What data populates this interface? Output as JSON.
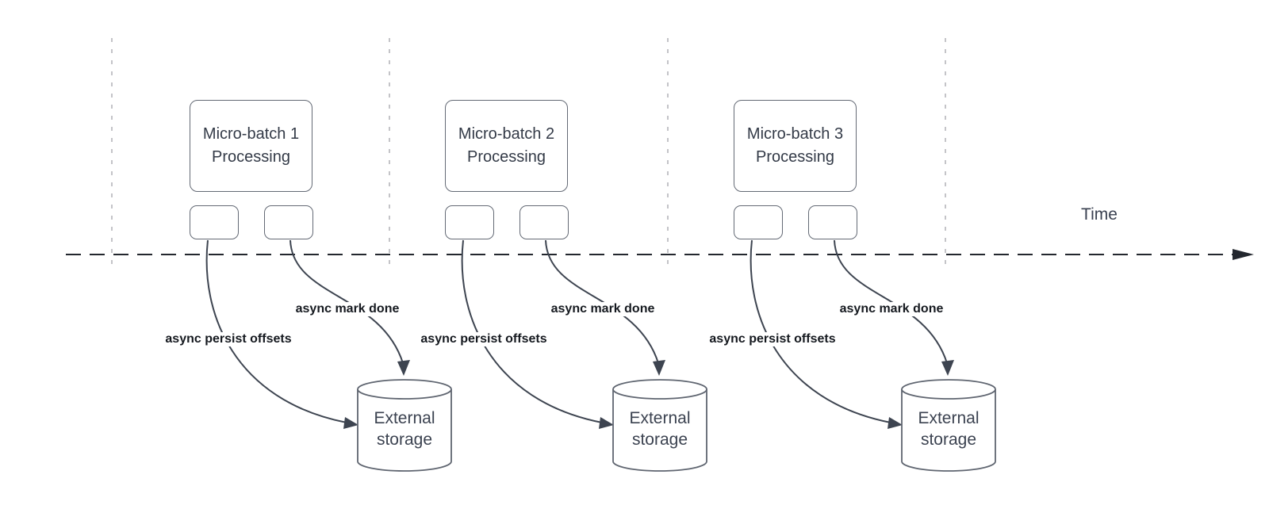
{
  "axis": {
    "label": "Time"
  },
  "groups": [
    {
      "title_line1": "Micro-batch 1",
      "title_line2": "Processing",
      "persist_label": "async persist offsets",
      "mark_label": "async mark done",
      "storage_line1": "External",
      "storage_line2": "storage"
    },
    {
      "title_line1": "Micro-batch 2",
      "title_line2": "Processing",
      "persist_label": "async persist offsets",
      "mark_label": "async mark done",
      "storage_line1": "External",
      "storage_line2": "storage"
    },
    {
      "title_line1": "Micro-batch 3",
      "title_line2": "Processing",
      "persist_label": "async persist offsets",
      "mark_label": "async mark done",
      "storage_line1": "External",
      "storage_line2": "storage"
    }
  ],
  "colors": {
    "background": "#ffffff",
    "curve_stroke": "#3d4450",
    "axis_stroke": "#23272e",
    "gridline": "#b0b1b6",
    "node_border": "#646a75",
    "cylinder_border": "#5f6570",
    "title_text": "#333a47",
    "bold_label_text": "#15191f",
    "time_text": "#394050"
  }
}
